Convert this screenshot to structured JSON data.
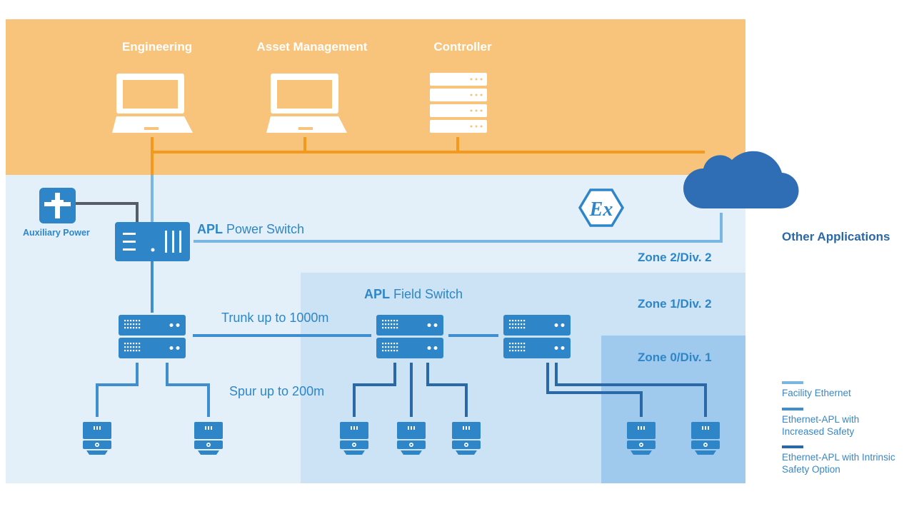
{
  "top": {
    "engineering": "Engineering",
    "asset_management": "Asset Management",
    "controller": "Controller"
  },
  "auxiliary_power": "Auxiliary Power",
  "apl_power_switch": {
    "prefix": "APL",
    "rest": " Power Switch"
  },
  "apl_field_switch": {
    "prefix": "APL",
    "rest": " Field Switch"
  },
  "trunk": "Trunk up to 1000m",
  "spur": "Spur up to 200m",
  "zones": {
    "zone2": "Zone 2/Div. 2",
    "zone1": "Zone 1/Div. 2",
    "zone0": "Zone 0/Div. 1"
  },
  "other_applications": "Other Applications",
  "ex_symbol": "Ex",
  "legend": [
    {
      "color": "#7ab6e2",
      "text": "Facility Ethernet"
    },
    {
      "color": "#3f8fd0",
      "text": "Ethernet-APL with Increased Safety"
    },
    {
      "color": "#2a68a8",
      "text": "Ethernet-APL with Intrinsic Safety Option"
    }
  ],
  "colors": {
    "orange_zone": "#f8c37a",
    "zone2": "#e3f0fa",
    "zone1": "#cbe3f5",
    "zone0": "#9fcaed",
    "facility_orange": "#f39a1e",
    "facility_blue": "#7ab6e2",
    "apl_increased": "#3f8fd0",
    "apl_intrinsic": "#2a68a8",
    "device": "#2e86c8",
    "cloud": "#2f6eb5"
  }
}
